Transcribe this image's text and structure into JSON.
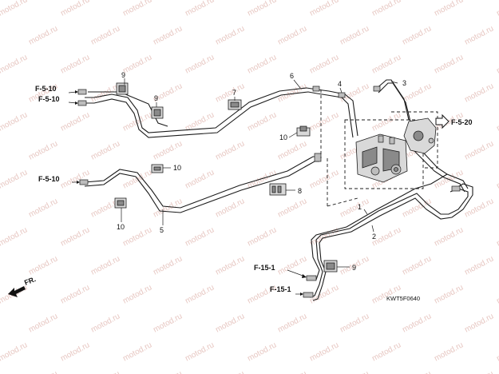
{
  "watermark": "motod.ru",
  "diagram_code": "KWT5F0640",
  "front_label": "FR.",
  "refs": [
    "F-5-10",
    "F-5-10",
    "F-5-10",
    "F-5-20",
    "F-15-1",
    "F-15-1"
  ],
  "callouts": [
    "9",
    "9",
    "7",
    "6",
    "4",
    "3",
    "10",
    "10",
    "8",
    "10",
    "5",
    "1",
    "2",
    "9"
  ]
}
